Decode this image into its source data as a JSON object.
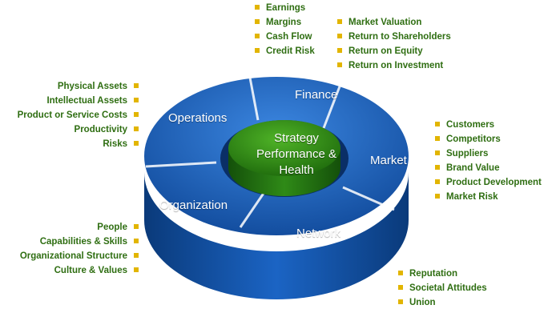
{
  "center": {
    "line1": "Strategy",
    "line2": "Performance &",
    "line3": "Health"
  },
  "segments": {
    "finance": "Finance",
    "market": "Market",
    "network": "Network",
    "organization": "Organization",
    "operations": "Operations"
  },
  "lists": {
    "finance_a": [
      "Earnings",
      "Margins",
      "Cash Flow",
      "Credit Risk"
    ],
    "finance_b": [
      "Market Valuation",
      "Return to Shareholders",
      "Return on Equity",
      "Return on Investment"
    ],
    "operations": [
      "Physical Assets",
      "Intellectual Assets",
      "Product or Service Costs",
      "Productivity",
      "Risks"
    ],
    "market": [
      "Customers",
      "Competitors",
      "Suppliers",
      "Brand Value",
      "Product Development",
      "Market Risk"
    ],
    "organization": [
      "People",
      "Capabilities & Skills",
      "Organizational Structure",
      "Culture & Values"
    ],
    "network": [
      "Reputation",
      "Societal Attitudes",
      "Union"
    ]
  },
  "colors": {
    "ring_top": "#1f5fae",
    "ring_side": "#0b3f85",
    "center_top": "#2d8a18",
    "center_side": "#1a5e0c",
    "label_text": "#2f6e12",
    "bullet": "#e2b500"
  }
}
